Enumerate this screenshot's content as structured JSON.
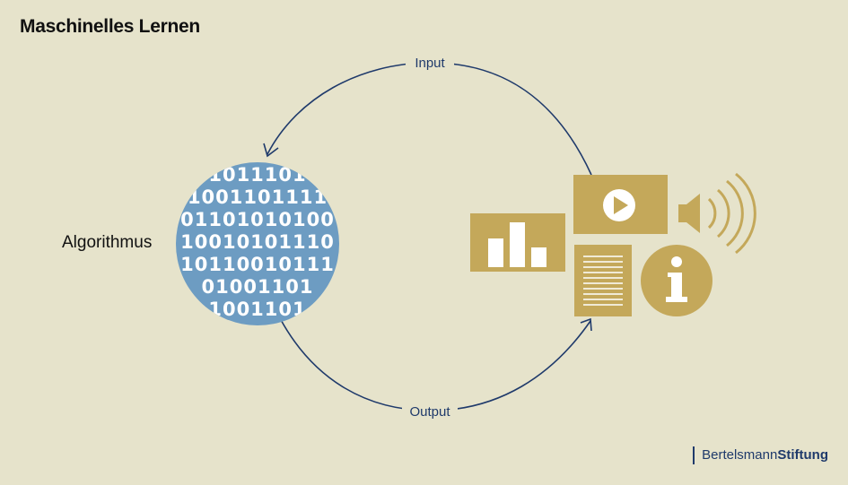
{
  "title": "Maschinelles Lernen",
  "labels": {
    "input": "Input",
    "output": "Output",
    "algorithm": "Algorithmus"
  },
  "binary_rows": [
    "1011101",
    "1001101111",
    "01101010100",
    "10010101110",
    "10110010111",
    "01001101",
    "1001101"
  ],
  "brand": {
    "part1": "Bertelsmann",
    "part2": "Stiftung"
  },
  "colors": {
    "background": "#E6E3CB",
    "navy": "#1F3A6B",
    "circle_blue": "#6D9CC2",
    "gold": "#C4A85A"
  },
  "icons": [
    "bar-chart-icon",
    "video-play-icon",
    "speaker-icon",
    "document-icon",
    "info-icon"
  ]
}
